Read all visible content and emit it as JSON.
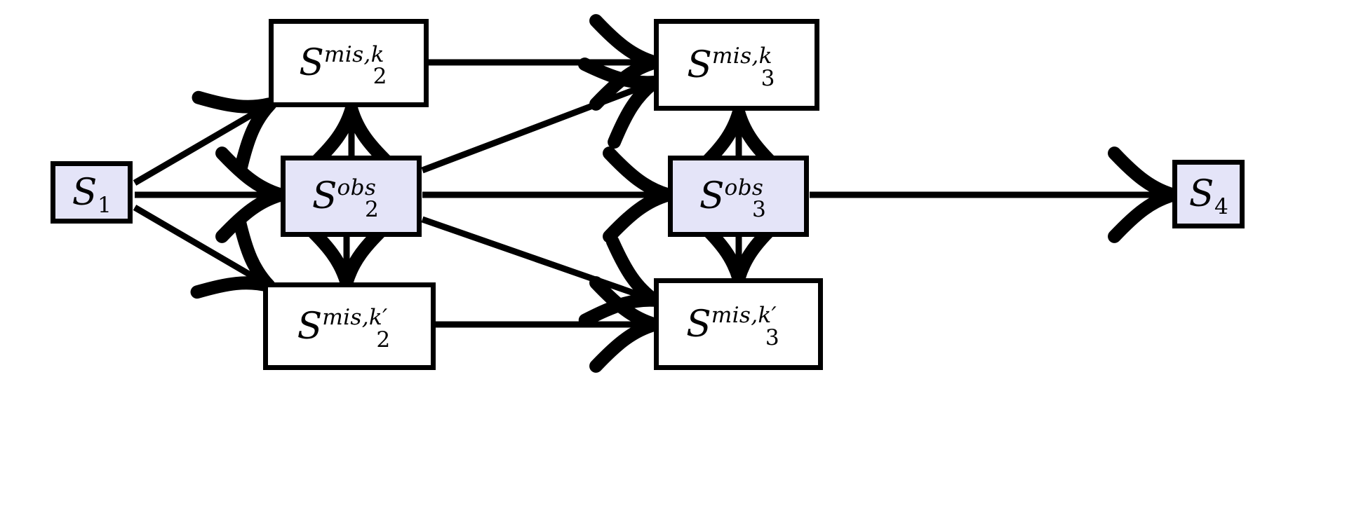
{
  "figure": {
    "type": "directed-graph-diagram",
    "background_color": "#ffffff",
    "observed_node_fill": "#e4e4f8",
    "missing_node_fill": "#ffffff",
    "stroke_color": "#000000"
  },
  "nodes": [
    {
      "id": "s1",
      "base": "S",
      "sub": "1",
      "sup": "",
      "full_label": "S_1",
      "kind": "obs",
      "column": 1,
      "row": "middle"
    },
    {
      "id": "s2_mis_k",
      "base": "S",
      "sub": "2",
      "sup": "mis,k",
      "full_label": "S_2^{mis,k}",
      "kind": "mis",
      "column": 2,
      "row": "top"
    },
    {
      "id": "s2_obs",
      "base": "S",
      "sub": "2",
      "sup": "obs",
      "full_label": "S_2^{obs}",
      "kind": "obs",
      "column": 2,
      "row": "middle"
    },
    {
      "id": "s2_mis_kp",
      "base": "S",
      "sub": "2",
      "sup": "mis,k′",
      "full_label": "S_2^{mis,k'}",
      "kind": "mis",
      "column": 2,
      "row": "bottom"
    },
    {
      "id": "s3_mis_k",
      "base": "S",
      "sub": "3",
      "sup": "mis,k",
      "full_label": "S_3^{mis,k}",
      "kind": "mis",
      "column": 3,
      "row": "top"
    },
    {
      "id": "s3_obs",
      "base": "S",
      "sub": "3",
      "sup": "obs",
      "full_label": "S_3^{obs}",
      "kind": "obs",
      "column": 3,
      "row": "middle"
    },
    {
      "id": "s3_mis_kp",
      "base": "S",
      "sub": "3",
      "sup": "mis,k′",
      "full_label": "S_3^{mis,k'}",
      "kind": "mis",
      "column": 3,
      "row": "bottom"
    },
    {
      "id": "s4",
      "base": "S",
      "sub": "4",
      "sup": "",
      "full_label": "S_4",
      "kind": "obs",
      "column": 4,
      "row": "middle"
    }
  ],
  "edges": [
    {
      "from": "s1",
      "to": "s2_mis_k",
      "style": "solid-arrow"
    },
    {
      "from": "s1",
      "to": "s2_obs",
      "style": "solid-arrow"
    },
    {
      "from": "s1",
      "to": "s2_mis_kp",
      "style": "solid-arrow"
    },
    {
      "from": "s2_obs",
      "to": "s2_mis_k",
      "style": "solid-arrow"
    },
    {
      "from": "s2_obs",
      "to": "s2_mis_kp",
      "style": "solid-arrow"
    },
    {
      "from": "s2_mis_k",
      "to": "s3_mis_k",
      "style": "solid-arrow"
    },
    {
      "from": "s2_obs",
      "to": "s3_mis_k",
      "style": "solid-arrow"
    },
    {
      "from": "s2_obs",
      "to": "s3_obs",
      "style": "solid-arrow"
    },
    {
      "from": "s2_obs",
      "to": "s3_mis_kp",
      "style": "solid-arrow"
    },
    {
      "from": "s2_mis_kp",
      "to": "s3_mis_kp",
      "style": "solid-arrow"
    },
    {
      "from": "s3_obs",
      "to": "s3_mis_k",
      "style": "solid-arrow"
    },
    {
      "from": "s3_obs",
      "to": "s3_mis_kp",
      "style": "solid-arrow"
    },
    {
      "from": "s3_obs",
      "to": "s4",
      "style": "solid-arrow"
    }
  ]
}
